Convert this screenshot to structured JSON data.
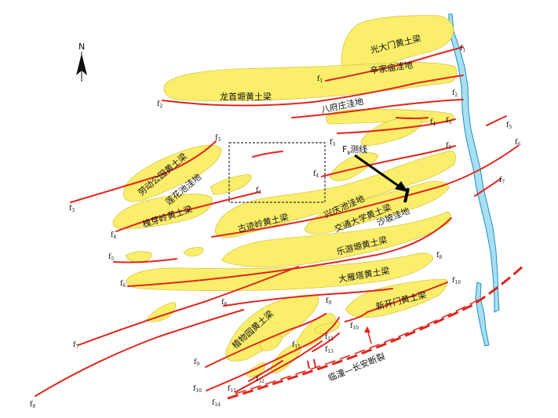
{
  "labels": {
    "guangdamen": "光大门黄土梁",
    "xinjiamiao": "辛家庙洼地",
    "longshouyuan": "龙首塬黄土梁",
    "bafuzhuang": "八府庄洼地",
    "laodong": "劳动公园黄土梁",
    "lianhuachi": "莲花池洼地",
    "huaiyaling": "槐芽岭黄土梁",
    "gujiling": "古迹岭黄土梁",
    "xingqingchi": "兴庆池洼地",
    "jiaotong": "交通大学黄土梁",
    "shapo": "沙坡洼地",
    "leyouyuan": "乐游塬黄土梁",
    "dayanta": "大雁塔黄土梁",
    "xinkaimen": "新开门黄土梁",
    "zhiwuyuan": "植物园黄土梁",
    "lintong": "临潼—长安断裂",
    "profile_f": "F",
    "profile_sub": "8",
    "profile_text": "测线"
  },
  "compass": {
    "letter": "N"
  },
  "faults": [
    {
      "id": "f1a",
      "base": "f",
      "sub": "1"
    },
    {
      "id": "f1b",
      "base": "f",
      "sub": "1"
    },
    {
      "id": "f2a",
      "base": "f",
      "sub": "2"
    },
    {
      "id": "f2b",
      "base": "f",
      "sub": "2"
    },
    {
      "id": "f3a",
      "base": "f",
      "sub": "3"
    },
    {
      "id": "f3b",
      "base": "f",
      "sub": "3"
    },
    {
      "id": "f3c",
      "base": "f",
      "sub": "3"
    },
    {
      "id": "f3d",
      "base": "f",
      "sub": "3"
    },
    {
      "id": "f4a",
      "base": "f",
      "sub": "4"
    },
    {
      "id": "f4b",
      "base": "f",
      "sub": "4"
    },
    {
      "id": "f4c",
      "base": "f",
      "sub": "4"
    },
    {
      "id": "f4d",
      "base": "f",
      "sub": "4"
    },
    {
      "id": "f5a",
      "base": "f",
      "sub": "5"
    },
    {
      "id": "f5b",
      "base": "f",
      "sub": "5"
    },
    {
      "id": "f5c",
      "base": "f",
      "sub": "5"
    },
    {
      "id": "f6a",
      "base": "f",
      "sub": "6"
    },
    {
      "id": "f6b",
      "base": "f",
      "sub": "6"
    },
    {
      "id": "f7a",
      "base": "f",
      "sub": "7"
    },
    {
      "id": "f7b",
      "base": "f",
      "sub": "7"
    },
    {
      "id": "f8a",
      "base": "f",
      "sub": "8"
    },
    {
      "id": "f8b",
      "base": "f",
      "sub": "8"
    },
    {
      "id": "f8c",
      "base": "f",
      "sub": "8"
    },
    {
      "id": "f9a",
      "base": "f",
      "sub": "9"
    },
    {
      "id": "f9b",
      "base": "f",
      "sub": "9"
    },
    {
      "id": "f10a",
      "base": "f",
      "sub": "10"
    },
    {
      "id": "f10b",
      "base": "f",
      "sub": "10"
    },
    {
      "id": "f10c",
      "base": "f",
      "sub": "10"
    },
    {
      "id": "f11a",
      "base": "f",
      "sub": "11"
    },
    {
      "id": "f11b",
      "base": "f",
      "sub": "11"
    },
    {
      "id": "f12a",
      "base": "f",
      "sub": "12"
    },
    {
      "id": "f12b",
      "base": "f",
      "sub": "12"
    },
    {
      "id": "f13",
      "base": "f",
      "sub": "13"
    },
    {
      "id": "f14",
      "base": "f",
      "sub": "14"
    }
  ],
  "colors": {
    "ridge": "#fbee6b",
    "fault": "#e0261c",
    "river": "#a9dff2",
    "river_edge": "#1a8fc7"
  }
}
